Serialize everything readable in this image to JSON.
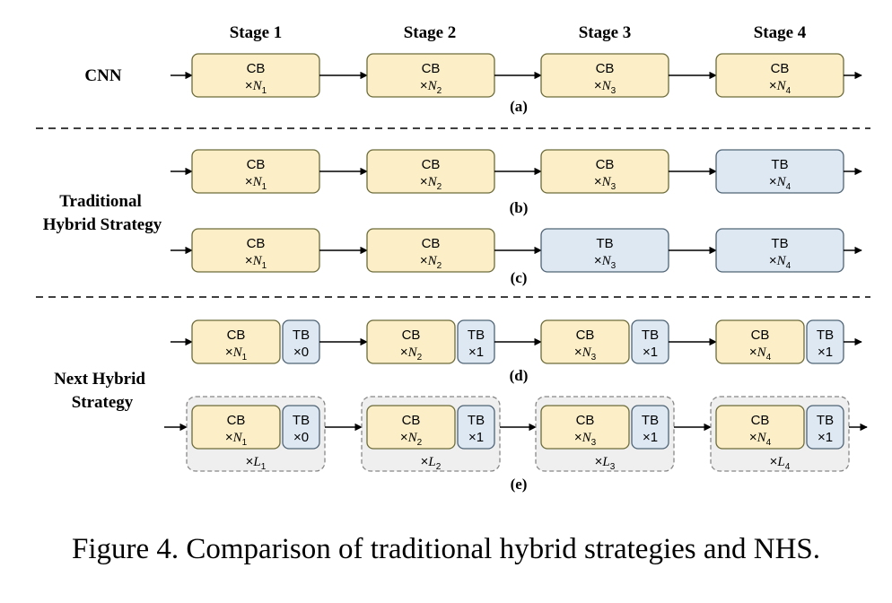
{
  "stages": [
    "Stage 1",
    "Stage 2",
    "Stage 3",
    "Stage 4"
  ],
  "row_labels": {
    "cnn": "CNN",
    "traditional": [
      "Traditional",
      "Hybrid Strategy"
    ],
    "next": [
      "Next Hybrid",
      "Strategy"
    ]
  },
  "subfigure_labels": [
    "(a)",
    "(b)",
    "(c)",
    "(d)",
    "(e)"
  ],
  "rows": [
    {
      "id": "a",
      "blocks": [
        {
          "type": "CB",
          "n": "1"
        },
        {
          "type": "CB",
          "n": "2"
        },
        {
          "type": "CB",
          "n": "3"
        },
        {
          "type": "CB",
          "n": "4"
        }
      ]
    },
    {
      "id": "b",
      "blocks": [
        {
          "type": "CB",
          "n": "1"
        },
        {
          "type": "CB",
          "n": "2"
        },
        {
          "type": "CB",
          "n": "3"
        },
        {
          "type": "TB",
          "n": "4"
        }
      ]
    },
    {
      "id": "c",
      "blocks": [
        {
          "type": "CB",
          "n": "1"
        },
        {
          "type": "CB",
          "n": "2"
        },
        {
          "type": "TB",
          "n": "3"
        },
        {
          "type": "TB",
          "n": "4"
        }
      ]
    }
  ],
  "hybrid_rows": [
    {
      "id": "d",
      "stages": [
        {
          "n": "1",
          "tb": "×0"
        },
        {
          "n": "2",
          "tb": "×1"
        },
        {
          "n": "3",
          "tb": "×1"
        },
        {
          "n": "4",
          "tb": "×1"
        }
      ]
    },
    {
      "id": "e",
      "stages": [
        {
          "n": "1",
          "tb": "×0",
          "l": "1"
        },
        {
          "n": "2",
          "tb": "×1",
          "l": "2"
        },
        {
          "n": "3",
          "tb": "×1",
          "l": "3"
        },
        {
          "n": "4",
          "tb": "×1",
          "l": "4"
        }
      ]
    }
  ],
  "symbols": {
    "times": "×",
    "N": "N",
    "L": "L",
    "cb": "CB",
    "tb": "TB"
  },
  "colors": {
    "cb_fill": "#fcefc7",
    "cb_stroke": "#6b6b3a",
    "tb_fill": "#dde8f3",
    "tb_stroke": "#4f6475",
    "group_fill": "#efefef",
    "group_stroke": "#888888"
  },
  "caption": "Figure 4. Comparison of traditional hybrid strategies and NHS."
}
